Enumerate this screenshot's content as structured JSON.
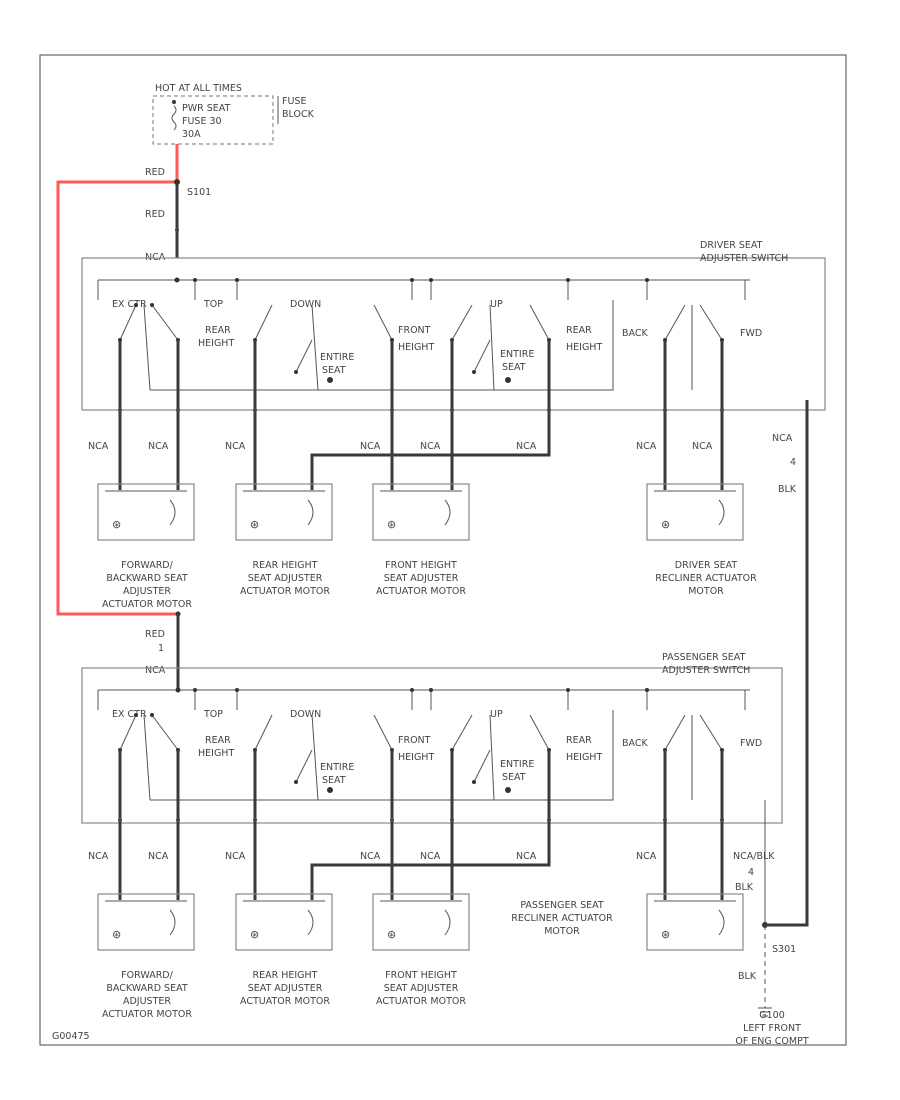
{
  "colors": {
    "hot_wire": "#ff5a5a",
    "wire": "#3a3a3a"
  },
  "power": {
    "header": "HOT AT ALL TIMES",
    "fuse_lines": [
      "PWR SEAT",
      "FUSE 30",
      "30A"
    ],
    "block_lines": [
      "FUSE",
      "BLOCK"
    ],
    "wire_red_top": "RED",
    "splice": "S101",
    "wire_red_mid": "RED",
    "wire_nca_in": "NCA"
  },
  "driver": {
    "switch_title": [
      "DRIVER SEAT",
      "ADJUSTER SWITCH"
    ],
    "contacts": {
      "ex": "EX CTR",
      "top": "TOP",
      "down": "DOWN",
      "up": "UP",
      "rear_height": [
        "REAR",
        "HEIGHT"
      ],
      "front_height": [
        "FRONT",
        "HEIGHT"
      ],
      "rear_height2": [
        "REAR",
        "HEIGHT"
      ],
      "entire_seat1": [
        "ENTIRE",
        "SEAT"
      ],
      "entire_seat2": [
        "ENTIRE",
        "SEAT"
      ],
      "back": "BACK",
      "fwd": "FWD"
    },
    "wire_labels": [
      "NCA",
      "NCA",
      "NCA",
      "NCA",
      "NCA",
      "NCA",
      "NCA",
      "NCA"
    ],
    "ground_wire": [
      "NCA",
      "BLK"
    ],
    "motors": [
      [
        "FORWARD/",
        "BACKWARD SEAT",
        "ADJUSTER",
        "ACTUATOR MOTOR"
      ],
      [
        "REAR HEIGHT",
        "SEAT ADJUSTER",
        "ACTUATOR MOTOR"
      ],
      [
        "FRONT HEIGHT",
        "SEAT ADJUSTER",
        "ACTUATOR MOTOR"
      ],
      [
        "DRIVER SEAT",
        "RECLINER ACTUATOR",
        "MOTOR"
      ]
    ]
  },
  "passenger_feed": {
    "wire": "RED",
    "pin": "1",
    "wire2": "NCA"
  },
  "passenger": {
    "switch_title": [
      "PASSENGER SEAT",
      "ADJUSTER SWITCH"
    ],
    "contacts": {
      "ex": "EX CTR",
      "top": "TOP",
      "down": "DOWN",
      "up": "UP",
      "rear_height": [
        "REAR",
        "HEIGHT"
      ],
      "front_height": [
        "FRONT",
        "HEIGHT"
      ],
      "rear_height2": [
        "REAR",
        "HEIGHT"
      ],
      "entire_seat1": [
        "ENTIRE",
        "SEAT"
      ],
      "entire_seat2": [
        "ENTIRE",
        "SEAT"
      ],
      "back": "BACK",
      "fwd": "FWD"
    },
    "wire_labels": [
      "NCA",
      "NCA",
      "NCA",
      "NCA",
      "NCA",
      "NCA",
      "NCA",
      "NCA/BLK"
    ],
    "ground_wire": "BLK",
    "motors": [
      [
        "FORWARD/",
        "BACKWARD SEAT",
        "ADJUSTER",
        "ACTUATOR MOTOR"
      ],
      [
        "REAR HEIGHT",
        "SEAT ADJUSTER",
        "ACTUATOR MOTOR"
      ],
      [
        "FRONT HEIGHT",
        "SEAT ADJUSTER",
        "ACTUATOR MOTOR"
      ],
      [
        "PASSENGER SEAT",
        "RECLINER ACTUATOR",
        "MOTOR"
      ]
    ]
  },
  "ground": {
    "splice": "S301",
    "wire": "BLK",
    "label": [
      "G100",
      "LEFT FRONT",
      "OF ENG COMPT"
    ]
  },
  "footer": {
    "code": "G00475"
  }
}
